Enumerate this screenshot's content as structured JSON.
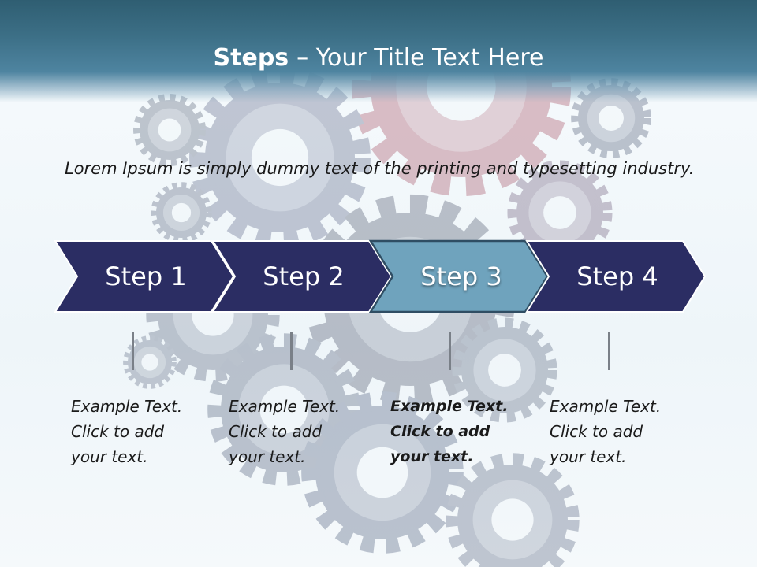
{
  "title": {
    "bold": "Steps",
    "rest": "– Your Title Text Here"
  },
  "intro": "Lorem Ipsum is simply dummy text of the printing and typesetting industry.",
  "steps": [
    {
      "label": "Step 1",
      "lines": [
        "Example Text.",
        "Click  to add",
        "your text."
      ],
      "active": false
    },
    {
      "label": "Step 2",
      "lines": [
        "Example Text.",
        "Click  to add",
        "your text."
      ],
      "active": false
    },
    {
      "label": "Step 3",
      "lines": [
        "Example Text.",
        "Click  to add",
        "your text."
      ],
      "active": true
    },
    {
      "label": "Step 4",
      "lines": [
        "Example Text.",
        "Click  to add",
        "your text."
      ],
      "active": false
    }
  ],
  "colors": {
    "chevron": "#2b2d63",
    "chevron_active": "#6fa3bd",
    "title_bar": "#3c6f86",
    "connector": "#7a8088"
  }
}
